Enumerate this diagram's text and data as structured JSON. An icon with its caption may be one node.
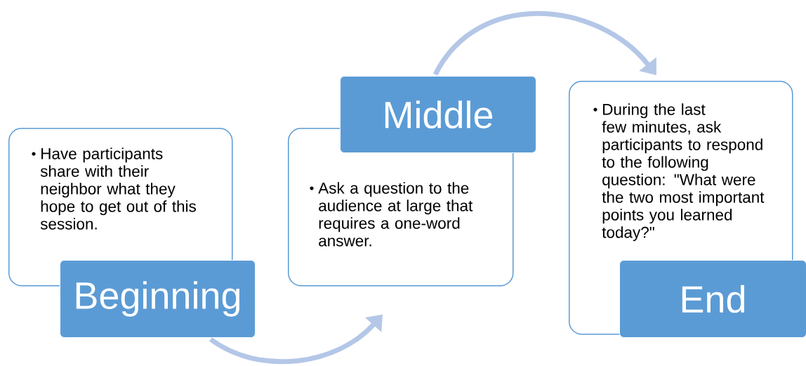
{
  "diagram": {
    "nodes": [
      {
        "text": [
          "Have participants share with their neighbor what they hope to get out of this session."
        ]
      },
      {
        "text": [
          "Beginning"
        ]
      },
      {
        "text": [
          "Ask a question to the audience at large that requires a one-word answer."
        ]
      },
      {
        "text": [
          "Middle"
        ]
      },
      {
        "text": [
          "During the last few minutes, ask participants to respond to the following question: \"What were the two most important points you learned today?\""
        ]
      },
      {
        "text": [
          "End"
        ]
      }
    ],
    "edges": [
      {
        "from": 1,
        "to": 2,
        "arrow": "to"
      },
      {
        "from": 3,
        "to": 4,
        "arrow": "to"
      }
    ]
  }
}
